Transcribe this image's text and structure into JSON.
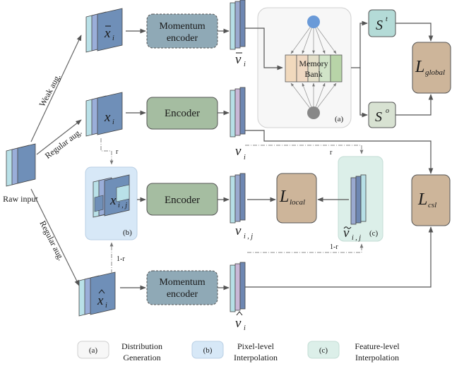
{
  "input": {
    "label": "Raw input"
  },
  "aug": {
    "weak": "Weak aug.",
    "regular_top": "Regular aug.",
    "regular_bottom": "Regular aug."
  },
  "symbols": {
    "x_bar_i": {
      "base": "x",
      "accent": "bar",
      "sub": "i"
    },
    "x_i": {
      "base": "x",
      "sub": "i"
    },
    "x_ij": {
      "base": "x",
      "sub": "i , j"
    },
    "x_hat_i": {
      "base": "x",
      "accent": "hat",
      "sub": "i"
    },
    "v_bar_i": {
      "base": "v",
      "accent": "bar",
      "sub": "i"
    },
    "v_i": {
      "base": "v",
      "sub": "i"
    },
    "v_ij": {
      "base": "v",
      "sub": "i , j"
    },
    "v_tilde_ij": {
      "base": "v",
      "accent": "tilde",
      "sub": "i , j"
    },
    "v_hat_i": {
      "base": "v",
      "accent": "hat",
      "sub": "i"
    },
    "S_t": {
      "base": "S",
      "sup": "t"
    },
    "S_o": {
      "base": "S",
      "sup": "o"
    },
    "L_global": {
      "base": "L",
      "sub": "global"
    },
    "L_local": {
      "base": "L",
      "sub": "local"
    },
    "L_csl": {
      "base": "L",
      "sub": "csl"
    }
  },
  "blocks": {
    "momentum_encoder_top_line1": "Momentum",
    "momentum_encoder_top_line2": "encoder",
    "encoder_mid": "Encoder",
    "encoder_interp": "Encoder",
    "momentum_encoder_bottom_line1": "Momentum",
    "momentum_encoder_bottom_line2": "encoder"
  },
  "memory_bank": {
    "line1": "Memory",
    "line2": "Bank"
  },
  "tags": {
    "a": "(a)",
    "b": "(b)",
    "c": "(c)"
  },
  "ratios": {
    "r_pixel": "r",
    "r_feature": "r",
    "one_minus_r_pixel": "1-r",
    "one_minus_r_feature": "1-r"
  },
  "legend": [
    {
      "tag": "(a)",
      "line1": "Distribution",
      "line2": "Generation",
      "color": "#f7f7f7"
    },
    {
      "tag": "(b)",
      "line1": "Pixel-level",
      "line2": "Interpolation",
      "color": "#d7e8f7"
    },
    {
      "tag": "(c)",
      "line1": "Feature-level",
      "line2": "Interpolation",
      "color": "#dcefe9"
    }
  ],
  "colors": {
    "momentum": "#8fa9b6",
    "encoder": "#a5bda1",
    "loss": "#cdb59a",
    "st_box": "#b4dbd7",
    "so_box": "#d8e2d2",
    "panel_a": "#f7f7f7",
    "panel_b": "#d7e8f7",
    "panel_c": "#dcefe9",
    "node": "#888888",
    "node_top": "#6a9ad8"
  }
}
